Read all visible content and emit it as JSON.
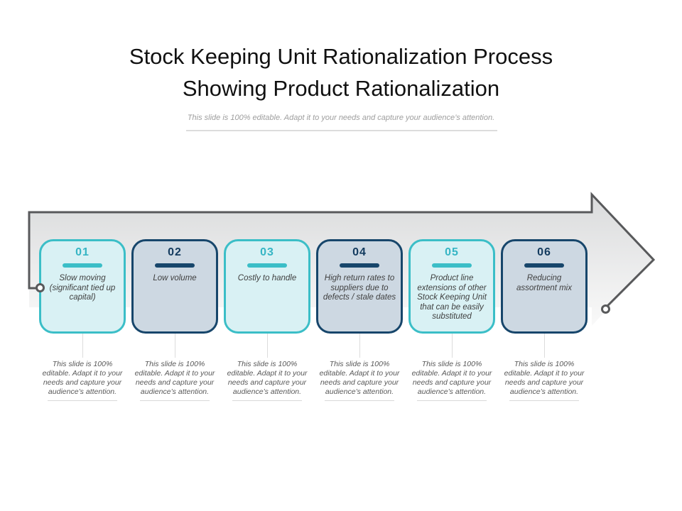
{
  "slide": {
    "title": "Stock Keeping Unit Rationalization Process\nShowing Product Rationalization",
    "subtitle": "This slide is 100% editable. Adapt it to your needs and capture your audience’s attention."
  },
  "steps": [
    {
      "number": "01",
      "label": "Slow moving (significant tied up capital)",
      "caption": "This slide is 100% editable.  Adapt it to your needs and capture your audience’s attention."
    },
    {
      "number": "02",
      "label": "Low volume",
      "caption": "This slide is 100% editable.  Adapt it to your needs and capture your audience’s attention."
    },
    {
      "number": "03",
      "label": "Costly to handle",
      "caption": "This slide is 100% editable.  Adapt it to your needs and capture your audience’s attention."
    },
    {
      "number": "04",
      "label": "High return rates to suppliers due to defects / stale dates",
      "caption": "This slide is 100% editable.  Adapt it to your needs and capture your audience’s attention."
    },
    {
      "number": "05",
      "label": "Product line extensions of other Stock Keeping Unit that can be easily substituted",
      "caption": "This slide is 100% editable.  Adapt it to your needs and capture your audience’s attention."
    },
    {
      "number": "06",
      "label": "Reducing assortment mix",
      "caption": "This slide is 100% editable.  Adapt it to your needs and capture your audience’s attention."
    }
  ],
  "colors": {
    "teal": "#3bbec7",
    "teal_fill": "#d9f1f4",
    "navy": "#17466b",
    "navy_fill": "#cdd8e2",
    "arrow_outline": "#58595b",
    "arrow_gradient_top": "#dadbdc",
    "arrow_gradient_bottom": "#f7f7f7"
  }
}
